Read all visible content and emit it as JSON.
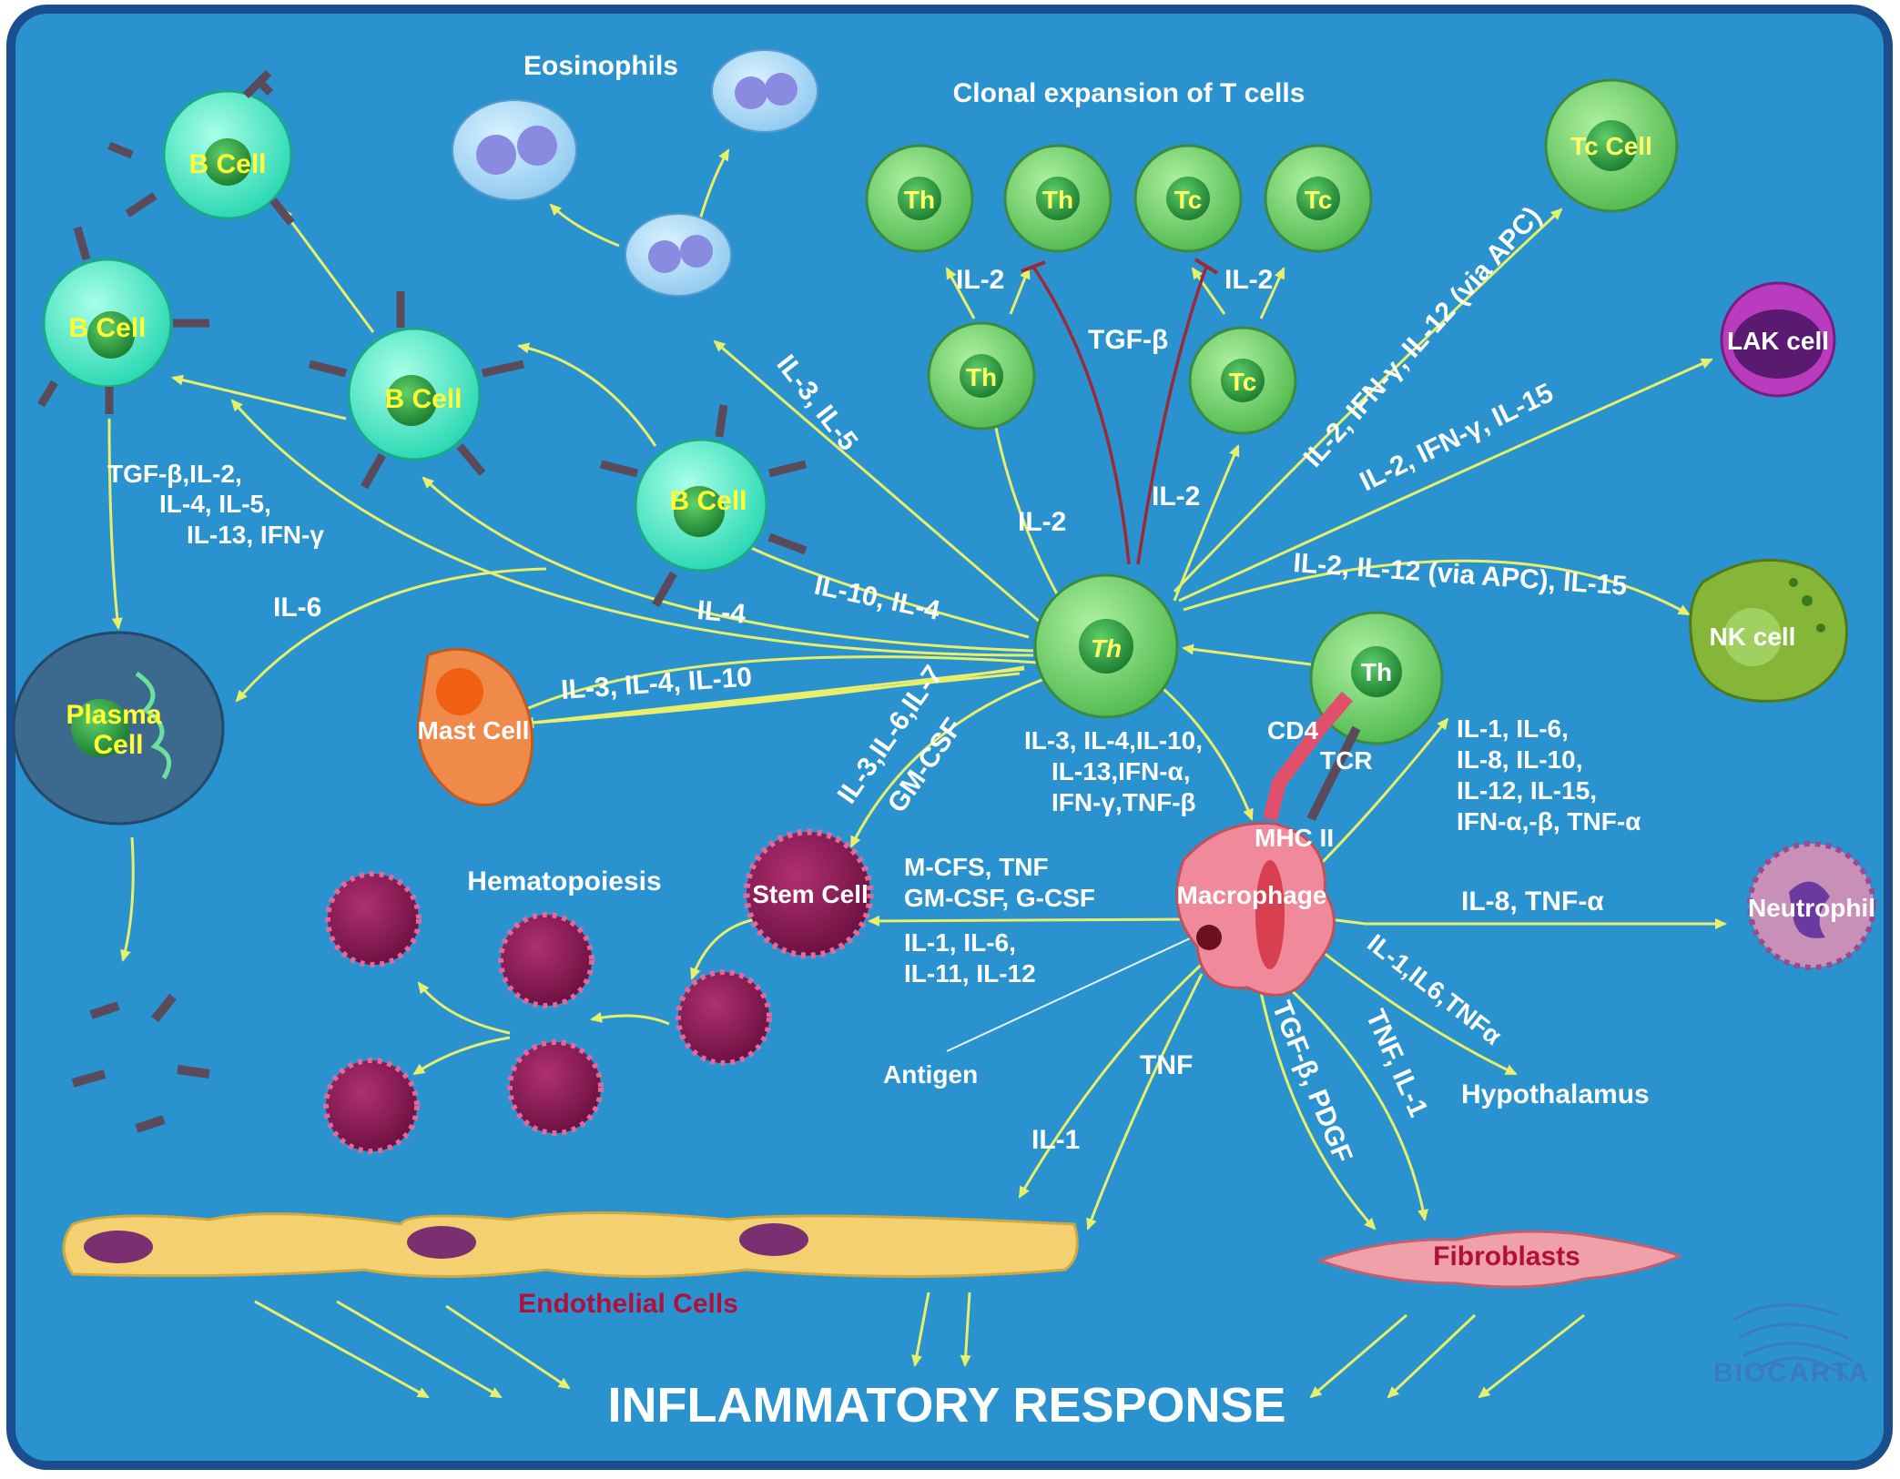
{
  "branding": {
    "logo_text": "BIOCARTA"
  },
  "title": "INFLAMMATORY RESPONSE",
  "headings": {
    "eosinophils": "Eosinophils",
    "clonal": "Clonal expansion of T cells",
    "hematopoiesis": "Hematopoiesis"
  },
  "cells": {
    "b_cell_1": "B Cell",
    "b_cell_2": "B Cell",
    "b_cell_3": "B Cell",
    "b_cell_4": "B Cell",
    "plasma_cell_1": "Plasma",
    "plasma_cell_2": "Cell",
    "mast_cell": "Mast Cell",
    "stem_cell": "Stem Cell",
    "th_center": "Th",
    "th_macro": "Th",
    "th_a": "Th",
    "th_b": "Th",
    "tc_a": "Tc",
    "tc_b": "Tc",
    "th_mid": "Th",
    "tc_mid": "Tc",
    "tc_cell": "Tc Cell",
    "lak_cell": "LAK cell",
    "nk_cell": "NK cell",
    "neutrophil": "Neutrophil",
    "macrophage": "Macrophage",
    "fibroblasts": "Fibroblasts",
    "endothelial": "Endothelial Cells",
    "hypothalamus": "Hypothalamus",
    "antigen": "Antigen",
    "cd4": "CD4",
    "tcr": "TCR",
    "mhc": "MHC II"
  },
  "labels": {
    "il35": "IL-3, IL-5",
    "tgf_list_1": "TGF-β,IL-2,",
    "tgf_list_2": "IL-4, IL-5,",
    "tgf_list_3": "IL-13, IFN-γ",
    "il6": "IL-6",
    "il4": "IL-4",
    "il10_il4": "IL-10, IL-4",
    "il3_il4_il10": "IL-3, IL-4, IL-10",
    "il2_left": "IL-2",
    "il2_top_left": "IL-2",
    "il2_top_right": "IL-2",
    "il2_right": "IL-2",
    "tgfb": "TGF-β",
    "tc_arrow": "IL-2, IFN-γ, IL-12 (via APC)",
    "lak_arrow": "IL-2, IFN-γ, IL-15",
    "nk_arrow": "IL-2, IL-12 (via APC), IL-15",
    "stem_arrow_1": "IL-3,IL-6,IL-7",
    "stem_arrow_2": "GM-CSF",
    "th_out_1": "IL-3, IL-4,IL-10,",
    "th_out_2": "IL-13,IFN-α,",
    "th_out_3": "IFN-γ,TNF-β",
    "macro_th_1": "IL-1, IL-6,",
    "macro_th_2": "IL-8, IL-10,",
    "macro_th_3": "IL-12, IL-15,",
    "macro_th_4": "IFN-α,-β, TNF-α",
    "mcfs_1": "M-CFS, TNF",
    "mcfs_2": "GM-CSF, G-CSF",
    "mcfs_3": "IL-1, IL-6,",
    "mcfs_4": "IL-11, IL-12",
    "il8_tnf": "IL-8, TNF-α",
    "il1_il6_tnf": "IL-1,IL6,TNFα",
    "tnf": "TNF",
    "il1": "IL-1",
    "tgf_pdgf": "TGF-β, PDGF",
    "tnf_il1": "TNF, IL-1"
  },
  "colors": {
    "background": "#2a93cf",
    "frame": "#1a4e8e",
    "arrow": "#e8ef6a",
    "t_cell": "#6ccf6a",
    "b_cell": "#3ef0c8",
    "stem": "#8a1a55"
  }
}
